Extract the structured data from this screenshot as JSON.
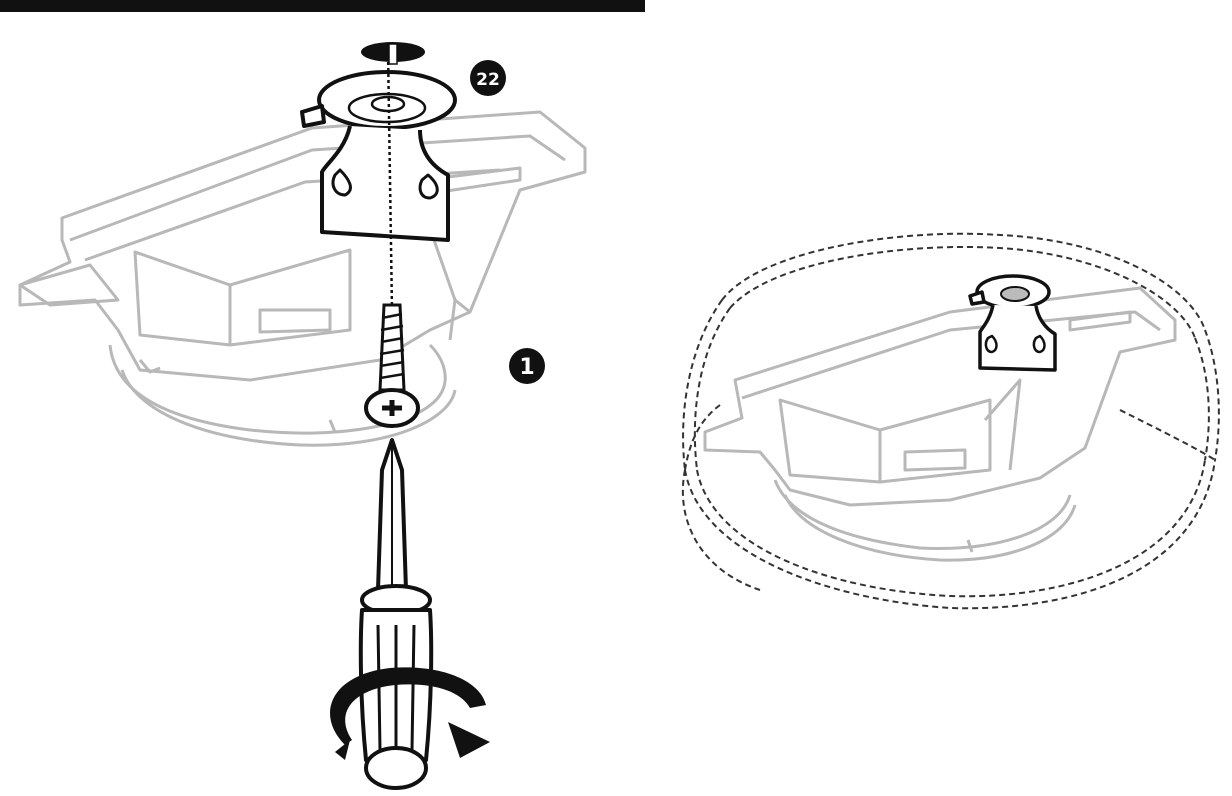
{
  "figure": {
    "callouts": [
      {
        "id": "step-one",
        "label": "1"
      },
      {
        "id": "part-22",
        "label": "22"
      }
    ],
    "colors": {
      "ink": "#111111",
      "bracket_outline": "#b8b8b8",
      "bracket_fill": "#ffffff",
      "guide_dashed": "#333333"
    },
    "icons": [
      "screwdriver-icon",
      "rotate-arrow-icon",
      "screw-icon",
      "washer-icon"
    ]
  }
}
